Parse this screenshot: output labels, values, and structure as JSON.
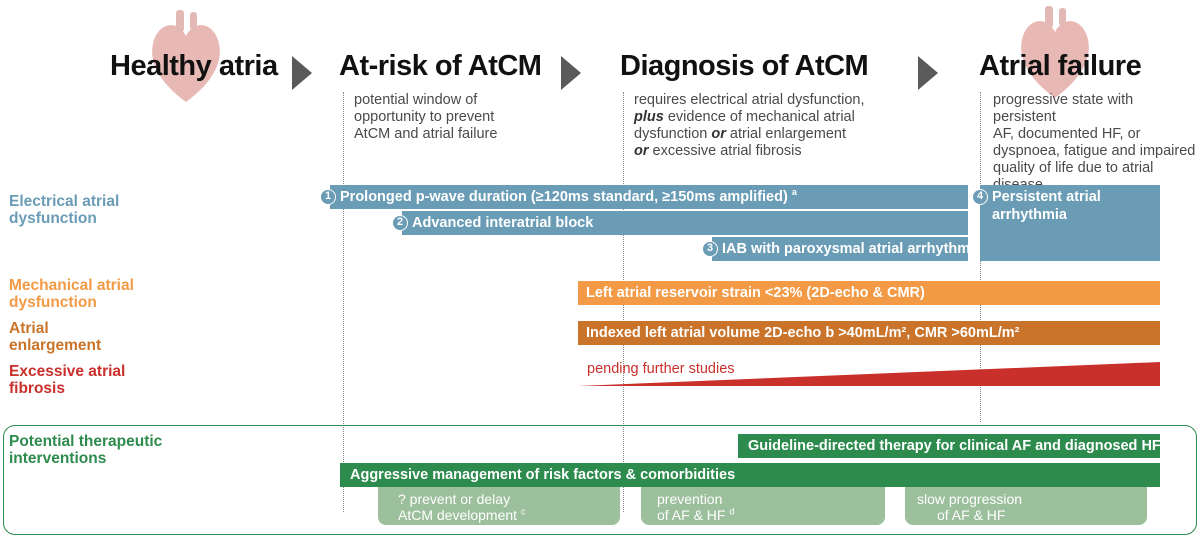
{
  "colors": {
    "electrical": "#6a9cb6",
    "mechanical": "#f29a45",
    "enlargement": "#c9742a",
    "fibrosis": "#c9302c",
    "therapy": "#2e8b4e",
    "therapy_light": "#9cbf9c",
    "arrow": "#5a5a5a"
  },
  "stages": [
    {
      "title": "Healthy atria",
      "desc": []
    },
    {
      "title": "At-risk of AtCM",
      "desc": [
        "potential window of",
        "opportunity to prevent",
        "AtCM and atrial failure"
      ]
    },
    {
      "title": "Diagnosis of AtCM",
      "desc": [
        "requires electrical atrial dysfunction,",
        "plus",
        " evidence of mechanical atrial",
        "dysfunction ",
        "or",
        " atrial enlargement",
        "or",
        " excessive atrial fibrosis"
      ]
    },
    {
      "title": "Atrial failure",
      "desc": [
        "progressive state with persistent",
        "AF, documented HF, or",
        "dyspnoea, fatigue and impaired",
        "quality of life due to atrial disease"
      ]
    }
  ],
  "rows": {
    "electrical": [
      "Electrical atrial",
      "dysfunction"
    ],
    "mechanical": [
      "Mechanical atrial",
      "dysfunction"
    ],
    "enlargement": [
      "Atrial",
      "enlargement"
    ],
    "fibrosis": [
      "Excessive atrial",
      "fibrosis"
    ],
    "therapy": [
      "Potential therapeutic",
      "interventions"
    ]
  },
  "bars": {
    "b1": {
      "num": "1",
      "text": "Prolonged p-wave duration (≥120ms standard, ≥150ms amplified)",
      "sup": "a"
    },
    "b2": {
      "num": "2",
      "text": "Advanced interatrial block"
    },
    "b3": {
      "num": "3",
      "text": "IAB with paroxysmal atrial arrhythmia"
    },
    "b4": {
      "num": "4",
      "text1": "Persistent atrial",
      "text2": "arrhythmia"
    },
    "mech": {
      "text": "Left atrial reservoir strain <23% (2D-echo & CMR)"
    },
    "enl": {
      "text": "Indexed left atrial volume 2D-echo b >40mL/m², CMR >60mL/m²"
    },
    "fib": {
      "text": "pending further studies"
    },
    "guideline": {
      "text": "Guideline-directed therapy for clinical AF and diagnosed HF"
    },
    "aggressive": {
      "text": "Aggressive management of risk factors & comorbidities"
    }
  },
  "outcomes": [
    {
      "line1": "? prevent or delay",
      "line2": "AtCM development",
      "sup": "c"
    },
    {
      "line1": "prevention",
      "line2": "of AF & HF",
      "sup": "d"
    },
    {
      "line1": "slow progression",
      "line2": "of AF & HF",
      "sup": ""
    }
  ]
}
